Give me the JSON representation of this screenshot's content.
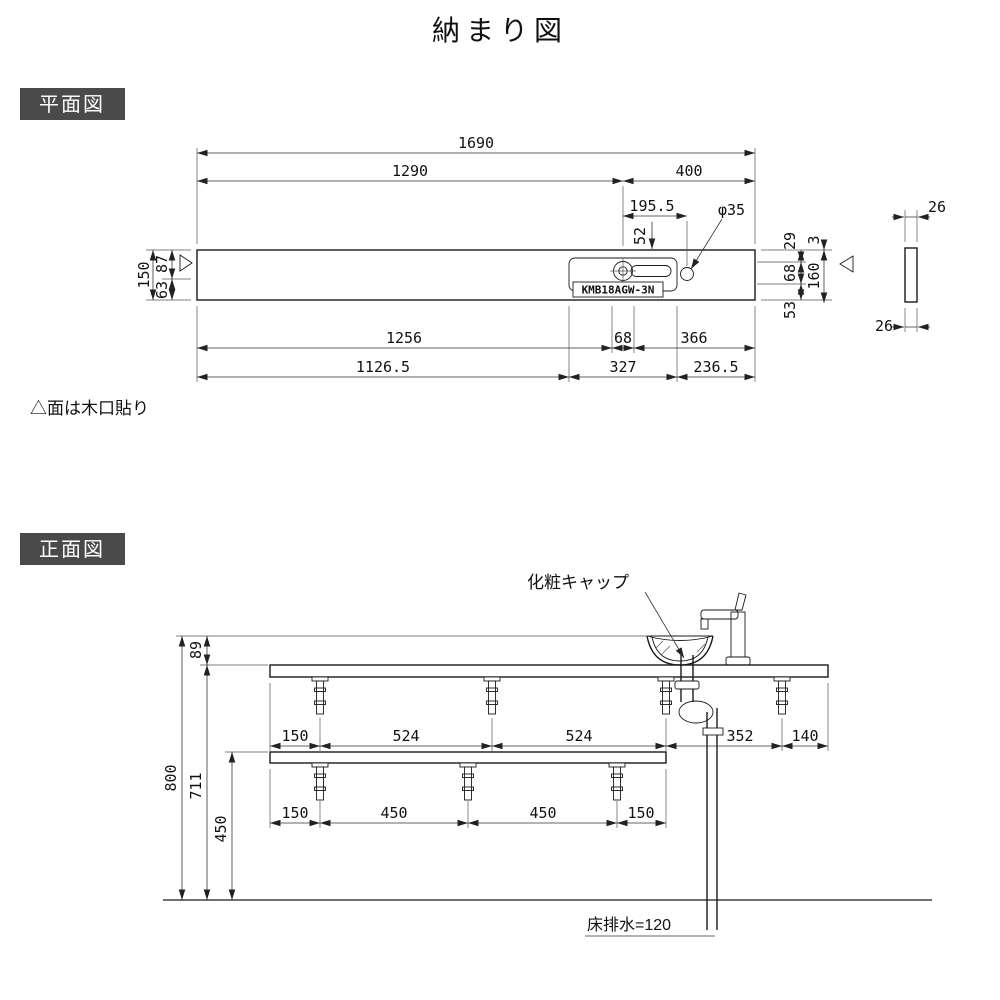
{
  "title": "納まり図",
  "plan": {
    "label": "平面図",
    "note": "△面は木口貼り",
    "product_code": "KMB18AGW-3N",
    "dims": {
      "total_width": "1690",
      "left_span": "1290",
      "right_span": "400",
      "faucet_offset": "195.5",
      "drain_dia": "φ35",
      "slot_offset": "52",
      "depth_total": "150",
      "depth_back": "87",
      "depth_front": "63",
      "right_29": "29",
      "right_3": "3",
      "right_68": "68",
      "right_160": "160",
      "right_53": "53",
      "panel_26_top": "26",
      "panel_26_bottom": "26",
      "bottom_1256": "1256",
      "bottom_68": "68",
      "bottom_366": "366",
      "bottom_1126_5": "1126.5",
      "bottom_327": "327",
      "bottom_236_5": "236.5"
    }
  },
  "front": {
    "label": "正面図",
    "cap_label": "化粧キャップ",
    "floor_drain_label": "床排水=120",
    "dims": {
      "bowl_height": "89",
      "total_height": "800",
      "counter_height": "711",
      "shelf_height": "450",
      "counter_row": [
        "150",
        "524",
        "524",
        "352",
        "140"
      ],
      "shelf_row": [
        "150",
        "450",
        "450",
        "150"
      ]
    }
  }
}
